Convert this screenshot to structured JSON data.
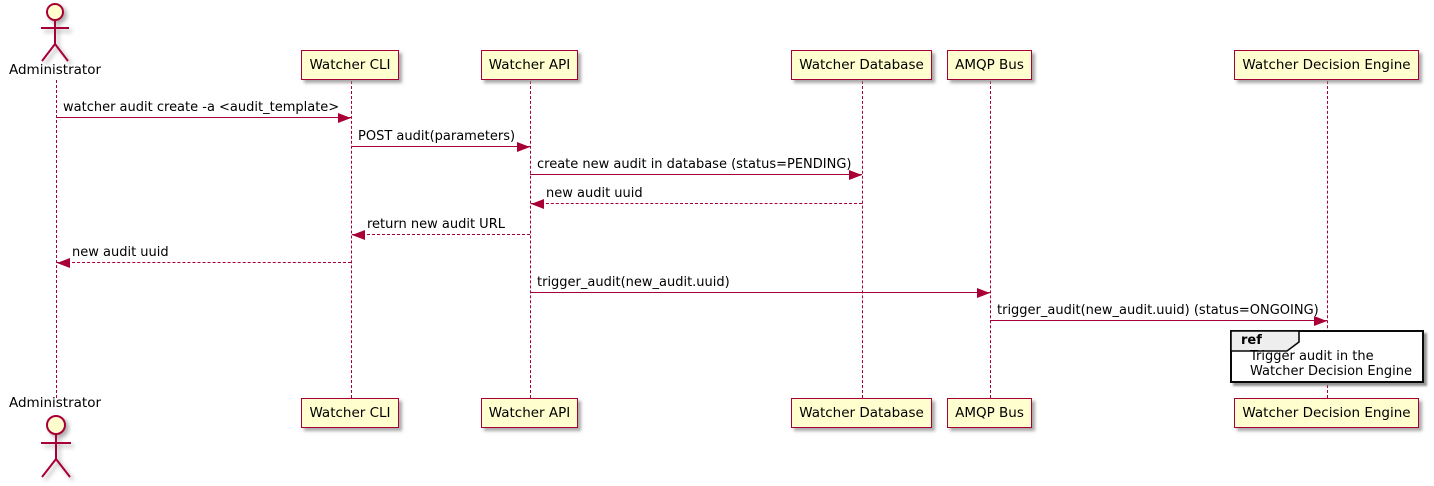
{
  "diagram": {
    "kind": "uml-sequence-diagram",
    "colors": {
      "stroke": "#A80036",
      "participant_fill": "#FEFECE",
      "text": "#000000",
      "ref_border": "#0a0a0a",
      "ref_header_fill": "#EEEEEE",
      "background": "#FFFFFF"
    }
  },
  "actors": [
    {
      "name": "Administrator"
    }
  ],
  "participants": [
    {
      "label": "Watcher CLI"
    },
    {
      "label": "Watcher API"
    },
    {
      "label": "Watcher Database"
    },
    {
      "label": "AMQP Bus"
    },
    {
      "label": "Watcher Decision Engine"
    }
  ],
  "messages": [
    {
      "from": "Administrator",
      "to": "Watcher CLI",
      "line": "solid",
      "label": "watcher audit create -a <audit_template>"
    },
    {
      "from": "Watcher CLI",
      "to": "Watcher API",
      "line": "solid",
      "label": "POST audit(parameters)"
    },
    {
      "from": "Watcher API",
      "to": "Watcher Database",
      "line": "solid",
      "label": "create new audit in database (status=PENDING)"
    },
    {
      "from": "Watcher Database",
      "to": "Watcher API",
      "line": "dashed",
      "label": "new audit uuid"
    },
    {
      "from": "Watcher API",
      "to": "Watcher CLI",
      "line": "dashed",
      "label": "return new audit URL"
    },
    {
      "from": "Watcher CLI",
      "to": "Administrator",
      "line": "dashed",
      "label": "new audit uuid"
    },
    {
      "from": "Watcher API",
      "to": "AMQP Bus",
      "line": "solid",
      "label": "trigger_audit(new_audit.uuid)"
    },
    {
      "from": "AMQP Bus",
      "to": "Watcher Decision Engine",
      "line": "solid",
      "label": "trigger_audit(new_audit.uuid) (status=ONGOING)"
    }
  ],
  "ref_fragment": {
    "keyword": "ref",
    "over": "Watcher Decision Engine",
    "lines": [
      "Trigger audit in the",
      "Watcher Decision Engine"
    ]
  }
}
